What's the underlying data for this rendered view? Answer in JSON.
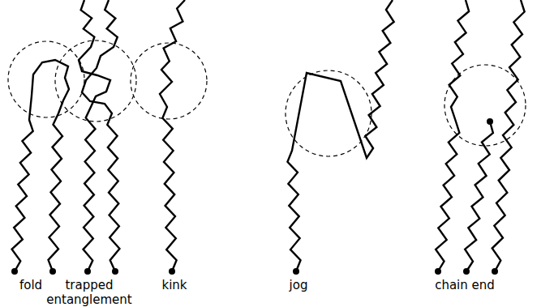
{
  "diagram": {
    "labels": [
      "fold",
      "trapped entanglement",
      "kink",
      "jog",
      "chain end"
    ]
  }
}
